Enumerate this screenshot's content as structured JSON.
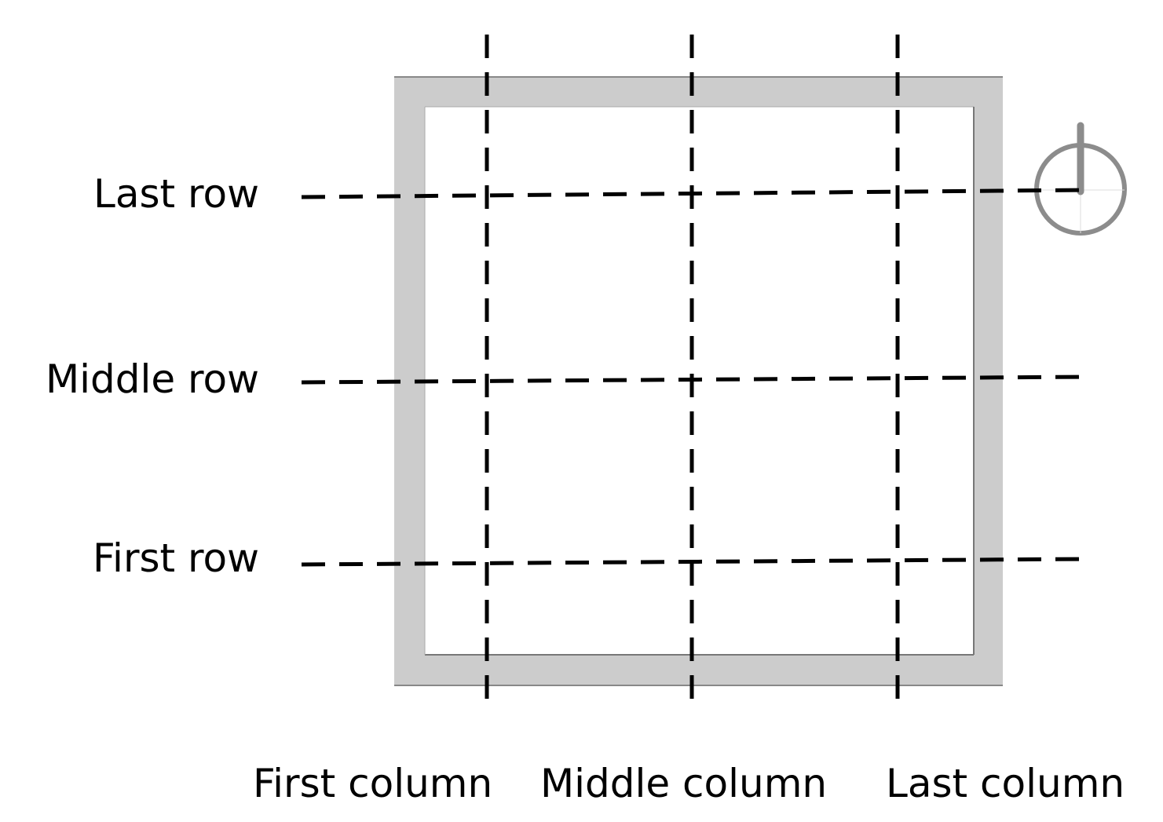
{
  "diagram": {
    "rows": [
      {
        "id": "last",
        "label": "Last row"
      },
      {
        "id": "middle",
        "label": "Middle row"
      },
      {
        "id": "first",
        "label": "First row"
      }
    ],
    "columns": [
      {
        "id": "first",
        "label": "First column"
      },
      {
        "id": "middle",
        "label": "Middle column"
      },
      {
        "id": "last",
        "label": "Last column"
      }
    ],
    "icons": [
      "power-icon"
    ],
    "colors": {
      "frame": "#cccccc",
      "frame_edge": "#888888",
      "grid_line": "#000000",
      "icon": "#8c8c8c"
    }
  }
}
